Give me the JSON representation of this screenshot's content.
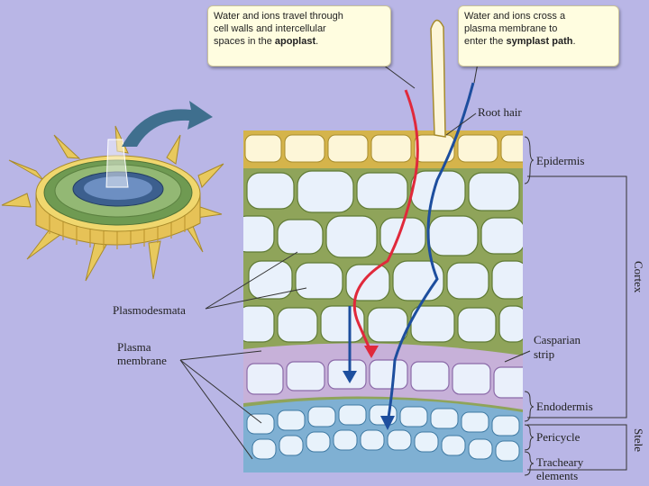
{
  "callouts": {
    "apoplast": {
      "line1": "Water and ions travel through",
      "line2": "cell walls and intercellular",
      "line3_prefix": "spaces in the ",
      "line3_bold": "apoplast",
      "line3_suffix": "."
    },
    "symplast": {
      "line1": "Water and ions cross a",
      "line2": "plasma membrane to",
      "line3_prefix": "enter the ",
      "line3_bold": "symplast path",
      "line3_suffix": "."
    }
  },
  "labels": {
    "root_hair": "Root hair",
    "epidermis": "Epidermis",
    "cortex": "Cortex",
    "plasmodesmata": "Plasmodesmata",
    "plasma_membrane_1": "Plasma",
    "plasma_membrane_2": "membrane",
    "casparian_1": "Casparian",
    "casparian_2": "strip",
    "endodermis": "Endodermis",
    "pericycle": "Pericycle",
    "tracheary_1": "Tracheary",
    "tracheary_2": "elements",
    "stele": "Stele"
  },
  "colors": {
    "background": "#b9b6e6",
    "apoplast_path": "#e0293b",
    "symplast_path": "#1d4e9e",
    "cell_wall": "#8fa45a",
    "cell_fill": "#e9f1fb",
    "epidermis_wall": "#c9a43c",
    "endodermis_wall": "#9b7bb5",
    "casparian_strip": "#333333",
    "stele_wall": "#6ea4c9"
  }
}
